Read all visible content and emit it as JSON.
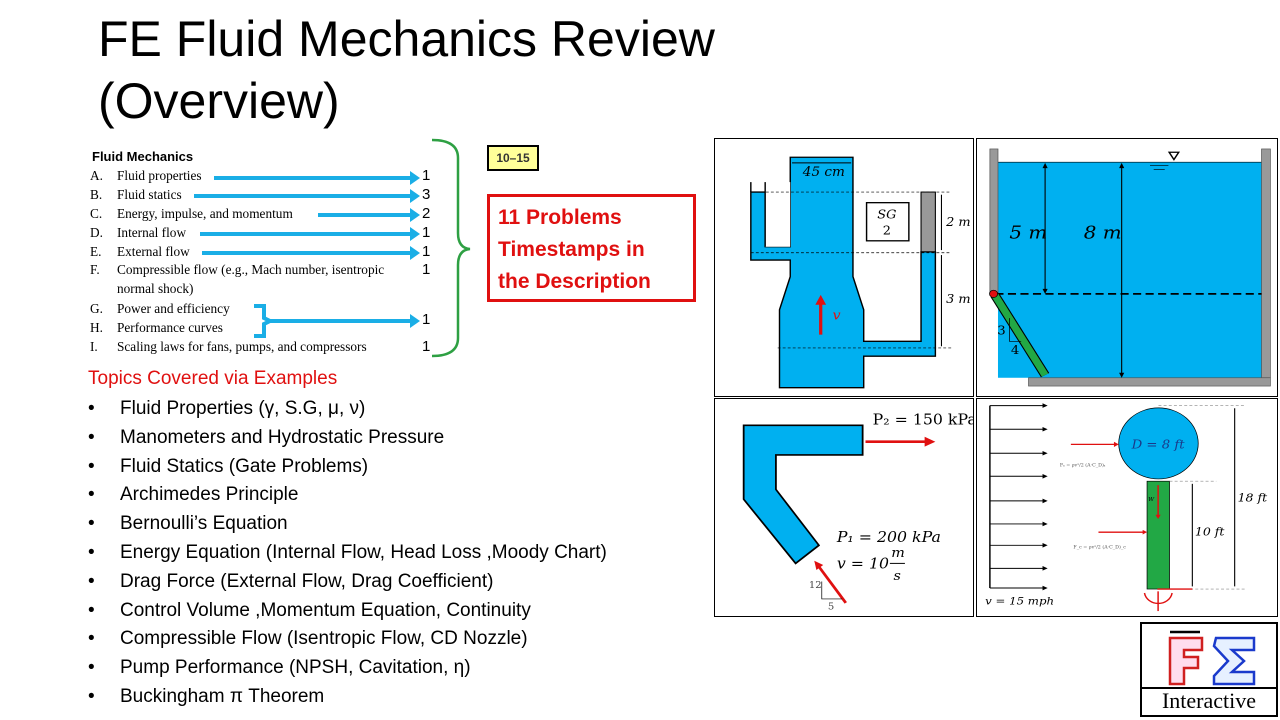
{
  "title": {
    "line1": "FE Fluid Mechanics Review",
    "line2": "(Overview)"
  },
  "fe_spec": {
    "heading": "Fluid Mechanics",
    "items": [
      {
        "letter": "A.",
        "text": "Fluid properties",
        "count": "1"
      },
      {
        "letter": "B.",
        "text": "Fluid statics",
        "count": "3"
      },
      {
        "letter": "C.",
        "text": "Energy, impulse, and momentum",
        "count": "2"
      },
      {
        "letter": "D.",
        "text": "Internal flow",
        "count": "1"
      },
      {
        "letter": "E.",
        "text": "External flow",
        "count": "1"
      },
      {
        "letter": "F.",
        "text": "Compressible flow (e.g., Mach number, isentropic",
        "text2": "normal shock)",
        "count": "1"
      },
      {
        "letter": "G.",
        "text": "Power and efficiency"
      },
      {
        "letter": "H.",
        "text": "Performance curves",
        "count": "1"
      },
      {
        "letter": "I.",
        "text": "Scaling laws for fans, pumps, and compressors",
        "count": "1"
      }
    ],
    "range": "10–15"
  },
  "problems_box": {
    "line1": "11 Problems",
    "line2": "Timestamps in",
    "line3": "the Description"
  },
  "topics": {
    "heading": "Topics Covered via Examples",
    "bullet": "•",
    "items": [
      "Fluid Properties (γ, S.G, μ, ν)",
      "Manometers and Hydrostatic Pressure",
      "Fluid Statics (Gate Problems)",
      "Archimedes Principle",
      "Bernoulli’s Equation",
      "Energy Equation (Internal Flow, Head Loss ,Moody Chart)",
      "Drag Force (External Flow, Drag Coefficient)",
      "Control Volume ,Momentum Equation, Continuity",
      "Compressible Flow (Isentropic Flow, CD Nozzle)",
      "Pump Performance (NPSH, Cavitation, η)",
      "Buckingham π Theorem"
    ]
  },
  "diagrams": {
    "manometer": {
      "width": "45 cm",
      "sg": "SG",
      "sg_value": "2",
      "h1": "2 m",
      "h2": "3 m",
      "velocity": "v"
    },
    "gate": {
      "h1": "5 m",
      "h2": "8 m",
      "slope_rise": "3",
      "slope_run": "4"
    },
    "bend": {
      "p2": "P₂ = 150 kPa",
      "p1": "P₁ = 200 kPa",
      "v": "v = 10",
      "v_num": "m",
      "v_den": "s",
      "slope_rise": "12",
      "slope_run": "5"
    },
    "sign": {
      "diameter": "D = 8 ft",
      "h_total": "18 ft",
      "h_pole": "10 ft",
      "velocity": "v = 15 mph",
      "weight": "W",
      "force_sign": "Fₛ = ρv²/2 (A·C_D)ₛ",
      "force_pole": "F_c = ρv²/2 (A·C_D)_c"
    }
  },
  "logo": {
    "letters": "FΣ",
    "word": "Interactive"
  },
  "colors": {
    "accent_red": "#e01010",
    "arrow_blue": "#1aaee6",
    "water": "#00b0f0",
    "brace_green": "#2ea043",
    "gate_green": "#22a845"
  }
}
